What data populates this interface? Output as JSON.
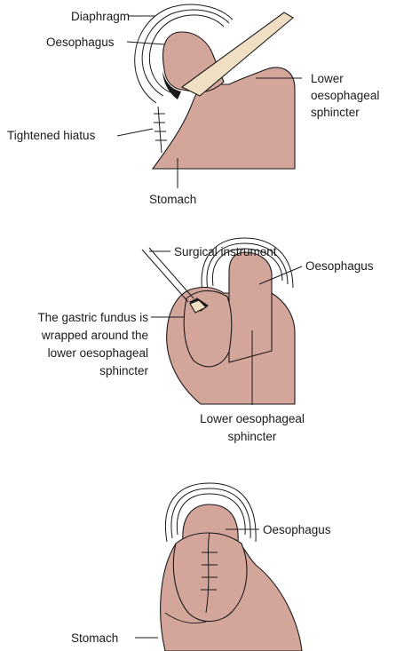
{
  "colors": {
    "tissue": "#d4a59b",
    "outline": "#1a1a1a",
    "instrument": "#f1dfc4",
    "dark_gap": "#1a1a1a",
    "background": "#ffffff"
  },
  "panels": [
    {
      "labels": {
        "diaphragm": "Diaphragm",
        "oesophagus": "Oesophagus",
        "lower_sphincter_1": "Lower",
        "lower_sphincter_2": "oesophageal",
        "lower_sphincter_3": "sphincter",
        "tightened_hiatus": "Tightened hiatus",
        "stomach": "Stomach"
      }
    },
    {
      "labels": {
        "surgical_instrument": "Surgical instrument",
        "oesophagus": "Oesophagus",
        "fundus_1": "The gastric fundus is",
        "fundus_2": "wrapped around the",
        "fundus_3": "lower oesophageal",
        "fundus_4": "sphincter",
        "lower_sphincter_1": "Lower oesophageal",
        "lower_sphincter_2": "sphincter"
      }
    },
    {
      "labels": {
        "oesophagus": "Oesophagus",
        "stomach": "Stomach"
      }
    }
  ]
}
